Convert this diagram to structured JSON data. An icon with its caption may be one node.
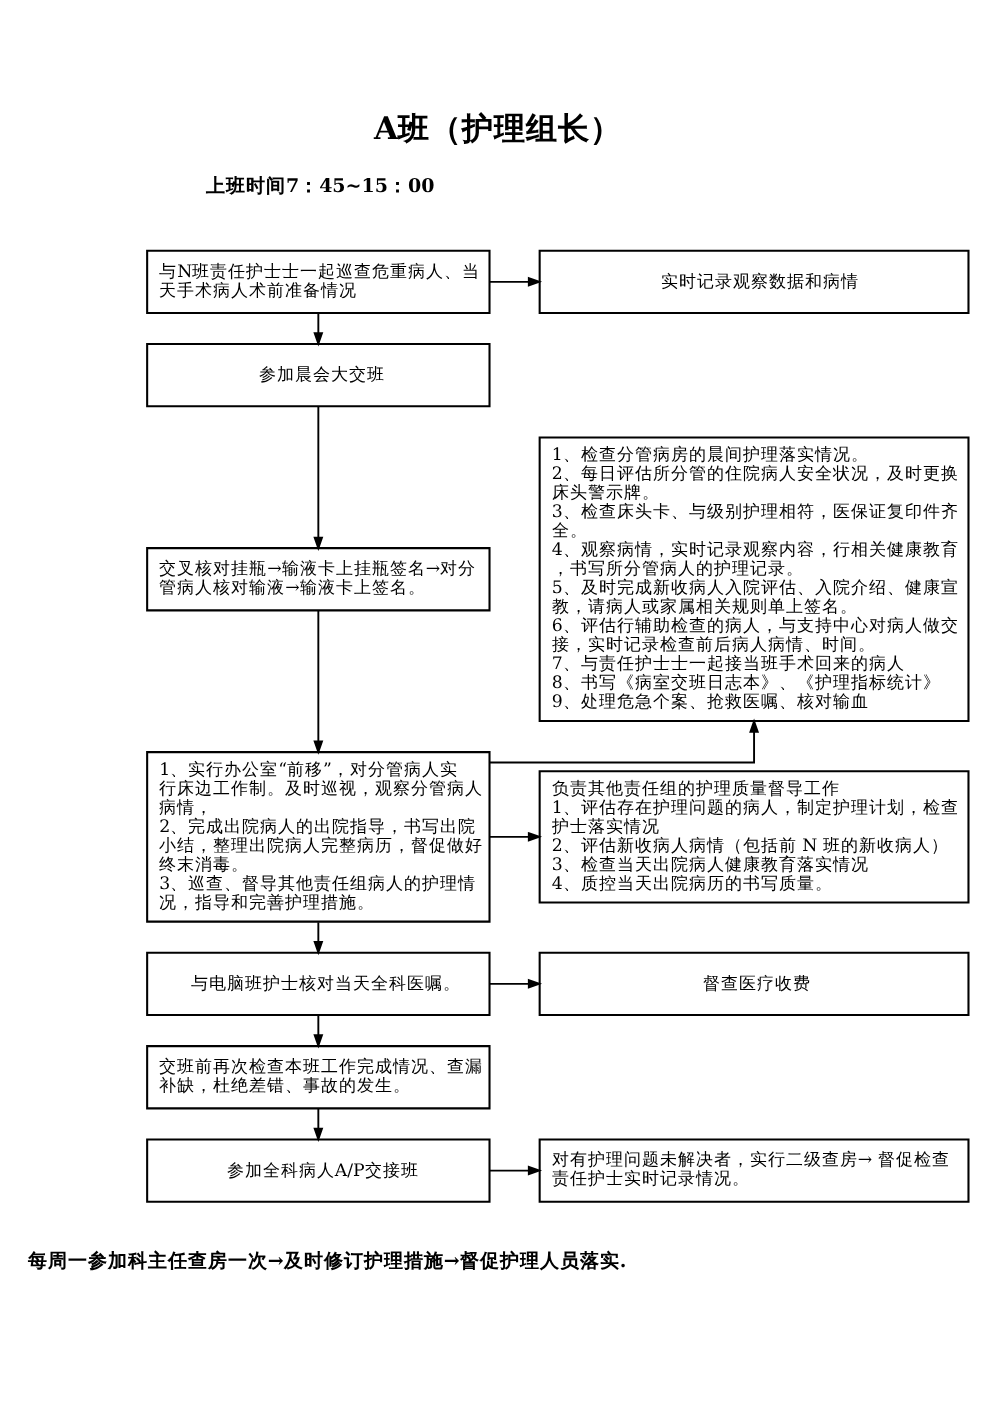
{
  "diagram": {
    "title": "A班（护理组长）",
    "nodes": [
      {
        "text": [
          "与N班责任护士士一起巡查危重病人、当天手术病人术前准备情况"
        ]
      },
      {
        "text": [
          "实时记录观察数据和病情"
        ]
      },
      {
        "text": [
          "参加晨会大交班"
        ]
      },
      {
        "text": [
          "交叉核对挂瓶→输液卡上挂瓶签名→对分管病人核对输液→输液卡上签名。"
        ]
      },
      {
        "text": [
          "1、检查分管病房的晨间护理落实情况。",
          "2、每日评估所分管的住院病人安全状况，及时更换床头警示牌。",
          "3、检查床头卡、与级别护理相符，医保证复印件齐全。",
          "4、观察病情，实时记录观察内容，行相关健康教育，书写所分管病人的护理记录。",
          "5、及时完成新收病人入院评估、入院介绍、健康宣教，请病人或家属相关规则单上签名。",
          "6、评估行辅助检查的病人，与支持中心对病人做交接，实时记录检查前后病人病情、时间。",
          "7、与责任护士士一起接当班手术回来的病人",
          "8、书写《病室交班日志本》、《护理指标统计》",
          "9、处理危急个案、抢救医嘱、核对输血"
        ]
      },
      {
        "text": [
          "1、实行办公室“前移”，对分管病人实行床边工作制。及时巡视，观察分管病人病情，",
          "2、完成出院病人的出院指导，书写出院小结，整理出院病人完整病历，督促做好终末消毒。",
          "3、巡查、督导其他责任组病人的护理情况，指导和完善护理措施。"
        ]
      },
      {
        "text": [
          "负责其他责任组的护理质量督导工作",
          "1、评估存在护理问题的病人，制定护理计划，检查护士落实情况",
          "2、评估新收病人病情（包括前 N 班的新收病人）",
          "3、检查当天出院病人健康教育落实情况",
          "4、质控当天出院病历的书写质量。"
        ]
      },
      {
        "text": [
          "与电脑班护士核对当天全科医嘱。"
        ]
      },
      {
        "text": [
          "督查医疗收费"
        ]
      },
      {
        "text": [
          "交班前再次检查本班工作完成情况、查漏补缺，杜绝差错、事故的发生。"
        ]
      },
      {
        "text": [
          "参加全科病人A/P交接班"
        ]
      },
      {
        "text": [
          "对有护理问题未解决者，实行二级查房→ 督促检查责任护士实时记录情况。"
        ]
      }
    ],
    "edges": [
      {
        "from": 0,
        "to": 1,
        "arrow": "to"
      },
      {
        "from": 0,
        "to": 2,
        "arrow": "to"
      },
      {
        "from": 2,
        "to": 3,
        "arrow": "to"
      },
      {
        "from": 3,
        "to": 5,
        "arrow": "to"
      },
      {
        "from": 5,
        "to": 4,
        "arrow": "to"
      },
      {
        "from": 5,
        "to": 6,
        "arrow": "to"
      },
      {
        "from": 5,
        "to": 7,
        "arrow": "to"
      },
      {
        "from": 7,
        "to": 8,
        "arrow": "to"
      },
      {
        "from": 7,
        "to": 9,
        "arrow": "to"
      },
      {
        "from": 9,
        "to": 10,
        "arrow": "to"
      },
      {
        "from": 10,
        "to": 11,
        "arrow": "to"
      }
    ],
    "labels": [
      "上班时间7：45~15：00",
      "每周一参加科主任查房一次→及时修订护理措施→督促护理人员落实."
    ]
  }
}
